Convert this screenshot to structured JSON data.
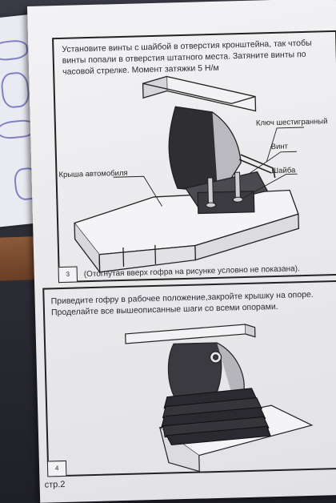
{
  "page": {
    "number_label": "стр.2"
  },
  "step3": {
    "number": "3",
    "instruction": "Установите винты с шайбой в отверстия кронштейна, так чтобы винты попали в отверстия штатного места. Затяните винты по часовой стрелке. Момент затяжки 5 Н/м",
    "note": "(Отогнутая вверх гофра на рисунке условно не показана).",
    "callouts": {
      "hex_key": "Ключ шестигранный",
      "screw": "Винт",
      "washer": "Шайба",
      "car_roof": "Крыша автомобиля"
    }
  },
  "step4": {
    "number": "4",
    "instruction": "Приведите гофру в рабочее положение,закройте крышку на опоре. Проделайте все вышеописанные шаги со всеми опорами."
  },
  "colors": {
    "paper": "#ebebee",
    "ink": "#222222",
    "background": "#2b2c34",
    "handwriting": "#5b5fb2"
  }
}
